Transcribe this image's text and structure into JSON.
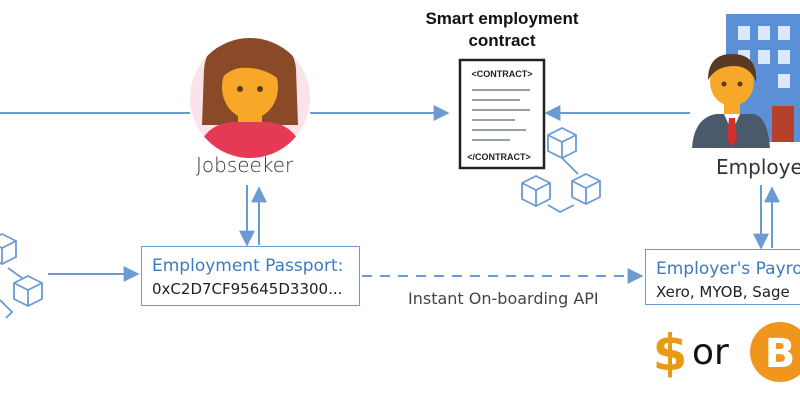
{
  "diagram": {
    "title_line1": "Smart employment",
    "title_line2": "contract",
    "contract_tag_open": "<CONTRACT>",
    "contract_tag_close": "</CONTRACT>",
    "jobseeker_label": "Jobseeker",
    "employer_label": "Employer",
    "passport": {
      "heading": "Employment Passport:",
      "address": "0xC2D7CF95645D3300..."
    },
    "payroll": {
      "heading": "Employer's Payroll",
      "systems": "Xero, MYOB, Sage"
    },
    "api_label": "Instant On-boarding API",
    "currency": {
      "dollar_symbol": "$",
      "or_text": "or",
      "bitcoin_symbol": "B"
    }
  },
  "colors": {
    "line": "#6b9bd1",
    "box_border": "#6b9bd1",
    "heading_text": "#3b7bbf",
    "person_circle": "#fbe3ea",
    "skin": "#f7a829",
    "dollar": "#e89b12",
    "bitcoin": "#f0961f",
    "building": "#5b8fd6"
  },
  "icons": [
    "jobseeker-avatar-icon",
    "employer-avatar-icon",
    "building-icon",
    "contract-document-icon",
    "blockchain-cubes-icon",
    "dollar-icon",
    "bitcoin-icon"
  ]
}
